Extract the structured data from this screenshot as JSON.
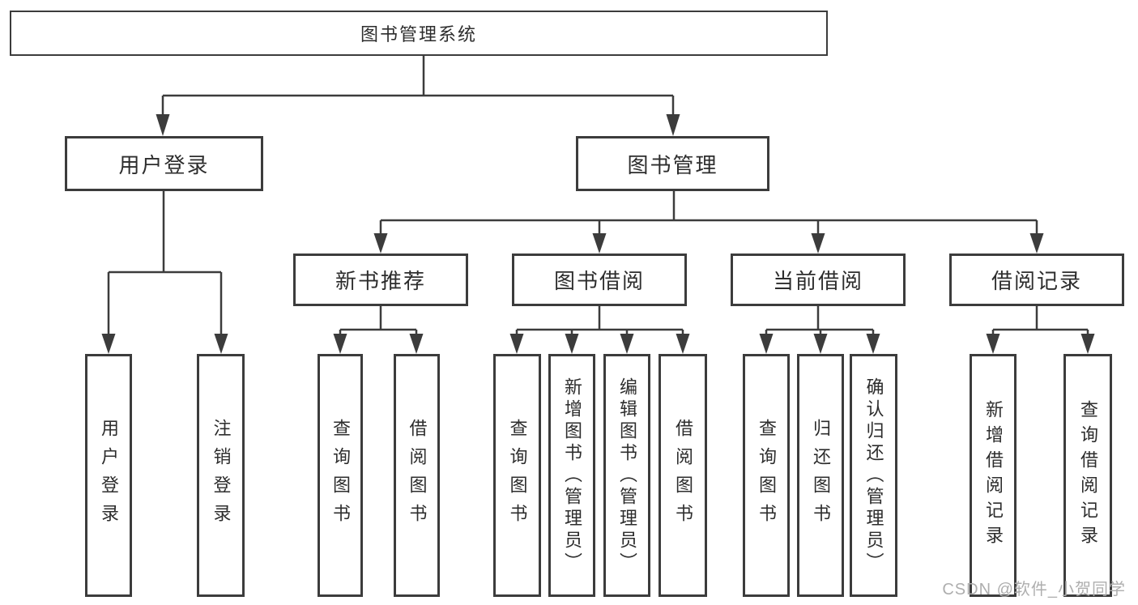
{
  "title": "图书管理系统",
  "watermark": "CSDN @软件_小贺同学",
  "colors": {
    "line": "#3c3c3c",
    "text": "#2d2d2d",
    "watermark": "#aeaeae",
    "background": "#ffffff"
  },
  "tree": {
    "root": {
      "label": "图书管理系统"
    },
    "level2": [
      {
        "label": "用户登录",
        "children": [
          {
            "label": "用户登录"
          },
          {
            "label": "注销登录"
          }
        ]
      },
      {
        "label": "图书管理",
        "children": [
          {
            "label": "新书推荐",
            "children": [
              {
                "label": "查询图书"
              },
              {
                "label": "借阅图书"
              }
            ]
          },
          {
            "label": "图书借阅",
            "children": [
              {
                "label": "查询图书"
              },
              {
                "label": "新增图书（管理员）"
              },
              {
                "label": "编辑图书（管理员）"
              },
              {
                "label": "借阅图书"
              }
            ]
          },
          {
            "label": "当前借阅",
            "children": [
              {
                "label": "查询图书"
              },
              {
                "label": "归还图书"
              },
              {
                "label": "确认归还（管理员）"
              }
            ]
          },
          {
            "label": "借阅记录",
            "children": [
              {
                "label": "新增借阅记录"
              },
              {
                "label": "查询借阅记录"
              }
            ]
          }
        ]
      }
    ]
  }
}
